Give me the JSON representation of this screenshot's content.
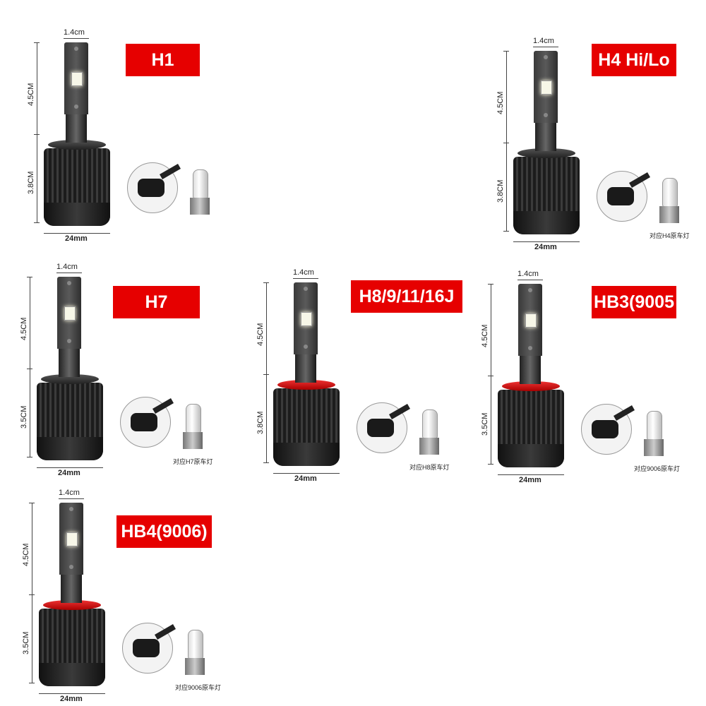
{
  "panels": [
    {
      "label": "H1",
      "width_top": "1.4cm",
      "height_upper": "4.5CM",
      "height_lower": "3.8CM",
      "width_bottom": "24mm",
      "caption": "",
      "collar": "dark"
    },
    {
      "label": "H4 Hi/Lo",
      "width_top": "1.4cm",
      "height_upper": "4.5CM",
      "height_lower": "3.8CM",
      "width_bottom": "24mm",
      "caption": "对应H4原车灯",
      "collar": "dark"
    },
    {
      "label": "H7",
      "width_top": "1.4cm",
      "height_upper": "4.5CM",
      "height_lower": "3.5CM",
      "width_bottom": "24mm",
      "caption": "对应H7原车灯",
      "collar": "dark"
    },
    {
      "label": "H8/9/11/16J",
      "width_top": "1.4cm",
      "height_upper": "4.5CM",
      "height_lower": "3.8CM",
      "width_bottom": "24mm",
      "caption": "对应H8原车灯",
      "collar": "red"
    },
    {
      "label": "HB3(9005",
      "width_top": "1.4cm",
      "height_upper": "4.5CM",
      "height_lower": "3.5CM",
      "width_bottom": "24mm",
      "caption": "对应9006原车灯",
      "collar": "red"
    },
    {
      "label": "HB4(9006)",
      "width_top": "1.4cm",
      "height_upper": "4.5CM",
      "height_lower": "3.5CM",
      "width_bottom": "24mm",
      "caption": "对应9006原车灯",
      "collar": "red"
    }
  ],
  "colors": {
    "label_bg": "#e60000",
    "label_text": "#ffffff"
  }
}
